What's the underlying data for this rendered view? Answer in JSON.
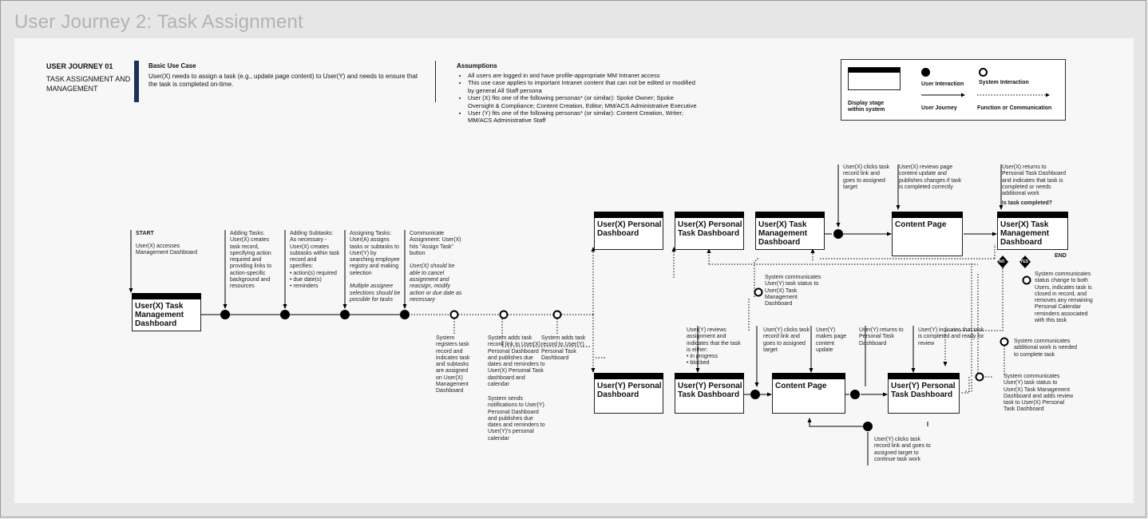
{
  "page_title": "User Journey 2: Task Assignment",
  "header": {
    "journey_label": "USER JOURNEY 01",
    "journey_subtitle": "TASK ASSIGNMENT AND MANAGEMENT",
    "use_case_title": "Basic Use Case",
    "use_case_text": "User(X) needs to assign a task (e.g., update page content) to User(Y) and needs to ensure that the task is completed on-time.",
    "assumptions_title": "Assumptions",
    "assumptions": [
      "All users are logged in and have profile-appropriate MM Intranet access",
      "This use case applies to important Intranet content that can not be edited or modified by general All Staff persona",
      "User (X) fits one of the following personas* (or similar): Spoke Owner; Spoke Oversight & Compliance; Content Creation, Editor; MM/ACS Administrative Executive",
      "User (Y) fits one of the following personas* (or similar): Content Creation, Writer; MM/ACS Administrative Staff"
    ]
  },
  "legend": {
    "display_stage": "Display stage within system",
    "user_interaction": "User Interaction",
    "system_interaction": "System Interaction",
    "user_journey": "User Journey",
    "function_comm": "Function or Communication"
  },
  "boxes": {
    "x_task_mgmt_1": "User(X) Task Management Dashboard",
    "x_personal": "User(X) Personal Dashboard",
    "x_personal_task": "User(X) Personal Task Dashboard",
    "x_task_mgmt_2": "User(X) Task Management Dashboard",
    "content_page_top": "Content Page",
    "x_task_mgmt_end": "User(X) Task Management Dashboard",
    "y_personal": "User(Y) Personal Dashboard",
    "y_personal_task": "User(Y) Personal Task Dashboard",
    "content_page_bottom": "Content Page",
    "y_personal_task_2": "User(Y) Personal Task Dashboard"
  },
  "steps": {
    "start_title": "START",
    "start_text": "User(X) accesses Management Dashboard",
    "adding_tasks": "Adding Tasks: User(X) creates task record, specifying action required and providing links to action-specific background and resources",
    "adding_subtasks": "Adding Subtasks: As necessary - User(X) creates subtasks within task record and specifies:",
    "subtask_bullet_1": "• action(s) required",
    "subtask_bullet_2": "• due date(s)",
    "subtask_bullet_3": "• reminders",
    "assigning_tasks": "Assigning Tasks: User(A) assigns tasks or subtasks to User(Y) by searching employee registry and making selection",
    "assigning_note": "Multiple assignee selections should be possible for tasks",
    "communicate": "Communicate Assignment: User(X) hits \"Assign Task\" button",
    "communicate_note": "User(X) should be able to cancel assignment and reassign, modify action or due date as necessary",
    "sys_registers": "System registers task record and indicates task and subtasks are assigned on User(X) Management Dashboard",
    "sys_adds_link": "System adds task record link to User(X) Personal Dashboard and publishes due dates and reminders to User(X) Personal Task dashboard and calendar",
    "sys_sends": "System sends notifications to User(Y) Personal Dashboard and publishes due dates and reminders to User(Y)'s personal calendar",
    "sys_adds_y": "System adds task record to User(Y) Personal Task Dashboard",
    "x_clicks": "User(X) clicks task record link and goes to assigned target",
    "x_reviews": "User(X) reviews page content update and publishes changes if task is completed correctly",
    "x_returns": "User(X) returns to Personal Task Dashboard and indicates that task is completed or needs additional work",
    "is_completed": "Is task completed?",
    "end": "END",
    "no": "NO",
    "yes": "YES",
    "sys_status_change": "System communicates status change to both Users, indicates task is closed in record, and removes any remaining Personal Calendar reminders associated with this task",
    "sys_additional": "System communicates additional work is needed to complete task",
    "sys_y_status": "System communicates User(Y) task status to User(X) Task Management Dashboard",
    "y_reviews": "User(Y) reviews assignment and indicates that the task is either:",
    "y_bullet_1": "• in progress",
    "y_bullet_2": "• blocked",
    "y_clicks": "User(Y) clicks task record link and goes to assigned target",
    "y_makes": "User(Y) makes page content update",
    "y_returns": "User(Y) returns to Personal Task Dashboard",
    "y_indicates": "User(Y) indicates that task is completed and ready for review",
    "sys_y_status_2": "System communicates User(Y) task status to User(X) Task Management Dashboard and adds review task to User(X) Personal Task Dashboard",
    "y_clicks_2": "User(Y) clicks task record link and goes to assigned target to continue task work"
  }
}
